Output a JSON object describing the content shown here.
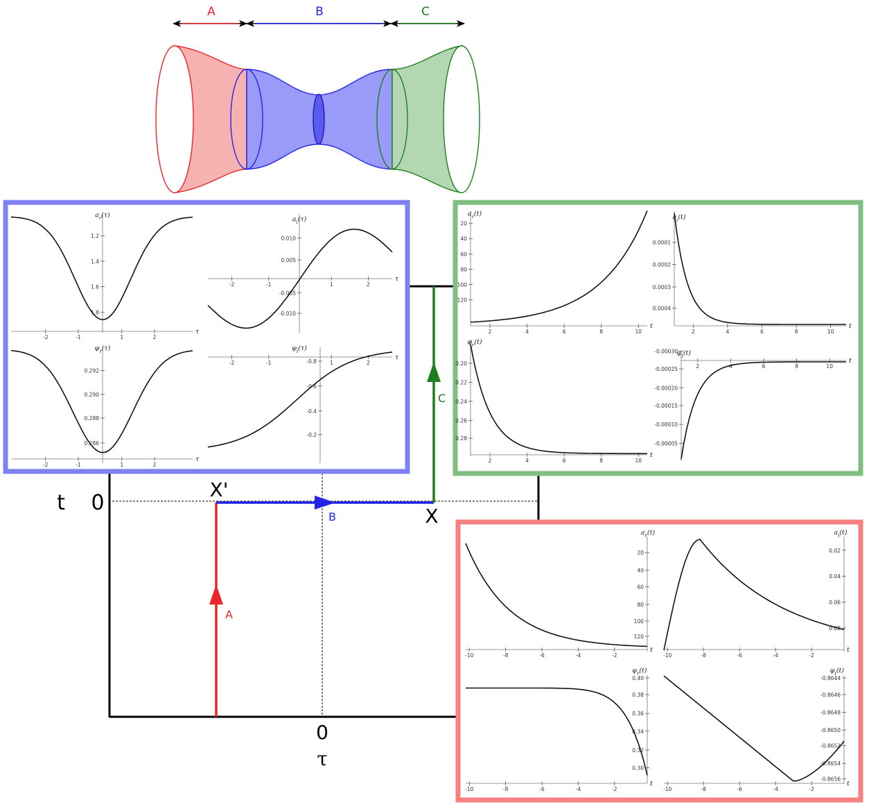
{
  "colors": {
    "region_a": "#e8262b",
    "region_b": "#2424e6",
    "region_c": "#1e7d1e",
    "panel_b_border": "#8080f5",
    "panel_c_border": "#80bf80",
    "panel_a_border": "#f78080"
  },
  "wormhole": {
    "region_labels": [
      "A",
      "B",
      "C"
    ]
  },
  "contour": {
    "t_label": "t",
    "t_zero": "0",
    "tau_label": "τ",
    "tau_zero": "0",
    "x_prime_label": "X'",
    "x_label": "X",
    "segment_a_label": "A",
    "segment_b_label": "B",
    "segment_c_label": "C"
  },
  "panels": {
    "b": {
      "plots": [
        {
          "title": "a_r(τ)",
          "x_axis": "τ",
          "x_ticks": [
            "-2",
            "-1",
            "1",
            "2"
          ],
          "y_ticks": [
            "1.2",
            "1.4",
            "1.6",
            "1.8"
          ]
        },
        {
          "title": "a_i(τ)",
          "x_axis": "τ",
          "x_ticks": [
            "-2",
            "-1",
            "1",
            "2"
          ],
          "y_ticks": [
            "0.010",
            "0.005",
            "-0.005",
            "-0.010"
          ]
        },
        {
          "title": "φ_r(τ)",
          "x_axis": "τ",
          "x_ticks": [
            "-2",
            "-1",
            "1",
            "2"
          ],
          "y_ticks": [
            "0.292",
            "0.290",
            "0.288",
            "0.286"
          ]
        },
        {
          "title": "φ_i(τ)",
          "x_axis": "τ",
          "x_ticks": [
            "-2",
            "-1",
            "1",
            "2"
          ],
          "y_ticks": [
            "-0.2",
            "-0.4",
            "-0.6",
            "-0.8"
          ]
        }
      ]
    },
    "c": {
      "plots": [
        {
          "title": "a_r(t)",
          "x_axis": "t",
          "x_ticks": [
            "2",
            "4",
            "6",
            "8",
            "10"
          ],
          "y_ticks": [
            "120",
            "100",
            "80",
            "60",
            "40",
            "20"
          ]
        },
        {
          "title": "a_i(t)",
          "x_axis": "t",
          "x_ticks": [
            "2",
            "4",
            "6",
            "8",
            "10"
          ],
          "y_ticks": [
            "0.0004",
            "0.0003",
            "0.0002",
            "0.0001"
          ]
        },
        {
          "title": "φ_r(t)",
          "x_axis": "t",
          "x_ticks": [
            "2",
            "4",
            "6",
            "8",
            "10"
          ],
          "y_ticks": [
            "0.28",
            "0.26",
            "0.24",
            "0.22",
            "0.20"
          ]
        },
        {
          "title": "φ_i(t)",
          "x_axis": "t",
          "x_ticks": [
            "2",
            "4",
            "6",
            "8",
            "10"
          ],
          "y_ticks": [
            "-0.00005",
            "-0.00010",
            "-0.00015",
            "-0.00020",
            "-0.00025",
            "-0.00030"
          ]
        }
      ]
    },
    "a": {
      "plots": [
        {
          "title": "a_r(t)",
          "x_axis": "t",
          "x_ticks": [
            "-10",
            "-8",
            "-6",
            "-4",
            "-2"
          ],
          "y_ticks": [
            "120",
            "100",
            "80",
            "60",
            "40",
            "20"
          ]
        },
        {
          "title": "a_i(t)",
          "x_axis": "t",
          "x_ticks": [
            "-10",
            "-8",
            "-6",
            "-4",
            "-2"
          ],
          "y_ticks": [
            "0.08",
            "0.06",
            "0.04",
            "0.02"
          ]
        },
        {
          "title": "φ_r(t)",
          "x_axis": "t",
          "x_ticks": [
            "-10",
            "-8",
            "-6",
            "-4",
            "-2"
          ],
          "y_ticks": [
            "0.40",
            "0.38",
            "0.36",
            "0.34",
            "0.32",
            "0.30"
          ]
        },
        {
          "title": "φ_i(t)",
          "x_axis": "t",
          "x_ticks": [
            "-10",
            "-8",
            "-6",
            "-4",
            "-2"
          ],
          "y_ticks": [
            "-0.8644",
            "-0.8646",
            "-0.8648",
            "-0.8650",
            "-0.8652",
            "-0.8654",
            "-0.8656"
          ]
        }
      ]
    }
  }
}
